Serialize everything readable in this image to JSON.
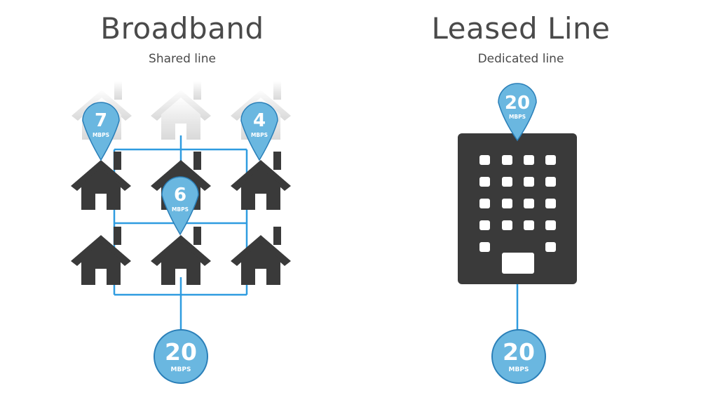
{
  "broadband": {
    "title": "Broadband",
    "subtitle": "Shared line",
    "total": {
      "value": "20",
      "unit": "MBPS"
    },
    "pins": [
      {
        "value": "7",
        "unit": "MBPS"
      },
      {
        "value": "4",
        "unit": "MBPS"
      },
      {
        "value": "6",
        "unit": "MBPS"
      }
    ]
  },
  "leased_line": {
    "title": "Leased Line",
    "subtitle": "Dedicated line",
    "pin": {
      "value": "20",
      "unit": "MBPS"
    },
    "total": {
      "value": "20",
      "unit": "MBPS"
    }
  },
  "colors": {
    "line": "#2f9ce0",
    "badge_fill": "#6ab7e0",
    "badge_stroke": "#2a7fb8",
    "icon": "#3a3a3a",
    "faded_icon": "#e6e6e6",
    "text": "#4a4a4a"
  }
}
